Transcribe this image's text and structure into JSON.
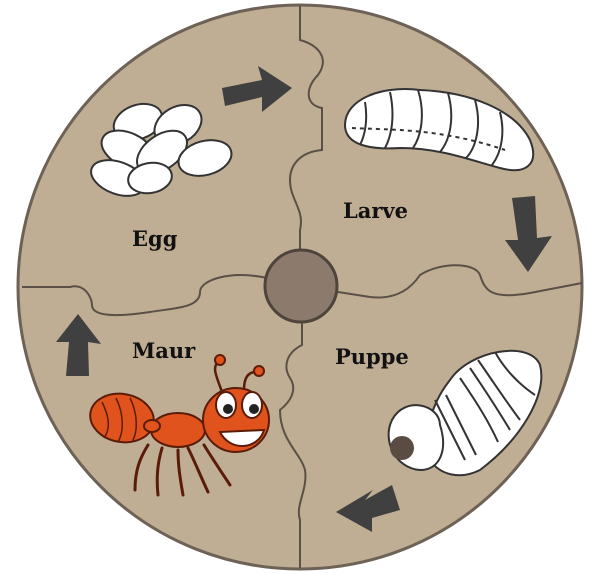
{
  "diagram": {
    "type": "life-cycle",
    "stages": [
      {
        "id": "egg",
        "label": "Egg"
      },
      {
        "id": "larve",
        "label": "Larve"
      },
      {
        "id": "puppe",
        "label": "Puppe"
      },
      {
        "id": "maur",
        "label": "Maur"
      }
    ],
    "flow_direction": "clockwise",
    "colors": {
      "board": "#bfae94",
      "board_edge": "#6e6256",
      "puzzle_seams": "#5b5047",
      "center_hub": "#8c7a6c",
      "arrows": "#404040",
      "illustrations": "#ffffff",
      "ant_body": "#e0531c",
      "ant_outline": "#5a1c08"
    },
    "icons": {
      "egg": "egg-cluster-icon",
      "larve": "larva-icon",
      "puppe": "pupa-icon",
      "maur": "ant-icon"
    }
  }
}
